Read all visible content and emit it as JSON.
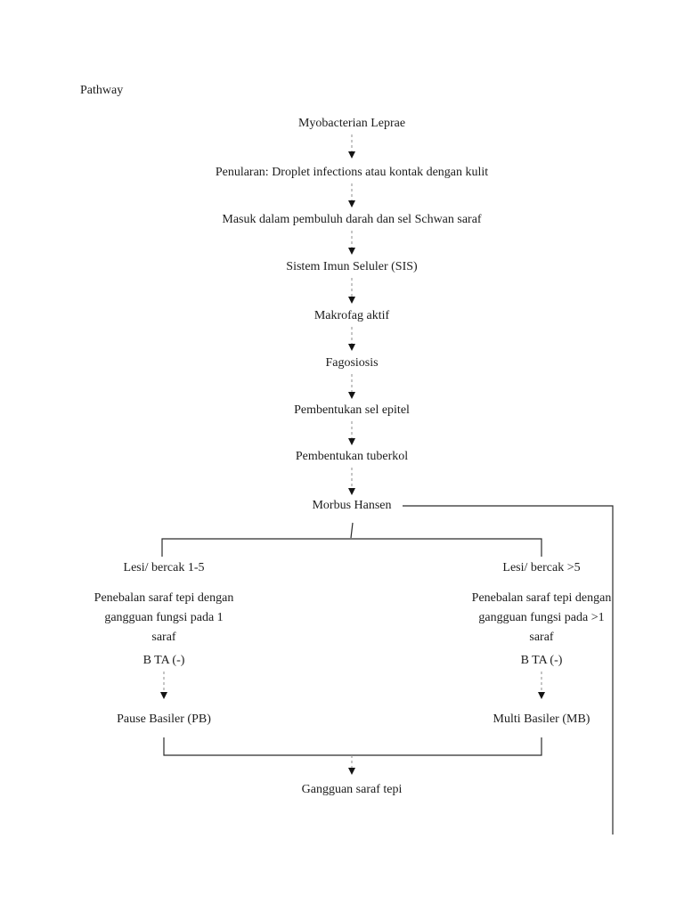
{
  "page": {
    "title": "Pathway",
    "ink_color": "#1c1c1c",
    "line_color": "#2b2b2b",
    "dashed_line_color": "#8c8c8c"
  },
  "flowchart": {
    "main_chain": [
      "Myobacterian Leprae",
      "Penularan: Droplet infections atau kontak dengan kulit",
      "Masuk dalam pembuluh darah dan sel Schwan saraf",
      "Sistem Imun Seluler (SIS)",
      "Makrofag aktif",
      "Fagosiosis",
      "Pembentukan sel epitel",
      "Pembentukan tuberkol",
      "Morbus Hansen"
    ],
    "left_branch": {
      "lesion": "Lesi/ bercak 1-5",
      "description": "Penebalan saraf tepi dengan\ngangguan fungsi pada 1\nsaraf",
      "bta": "B TA (-)",
      "result": "Pause Basiler (PB)"
    },
    "right_branch": {
      "lesion": "Lesi/ bercak >5",
      "description": "Penebalan saraf tepi dengan\ngangguan fungsi pada >1\nsaraf",
      "bta": "B TA (-)",
      "result": "Multi Basiler (MB)"
    },
    "outcome": "Gangguan saraf tepi"
  }
}
